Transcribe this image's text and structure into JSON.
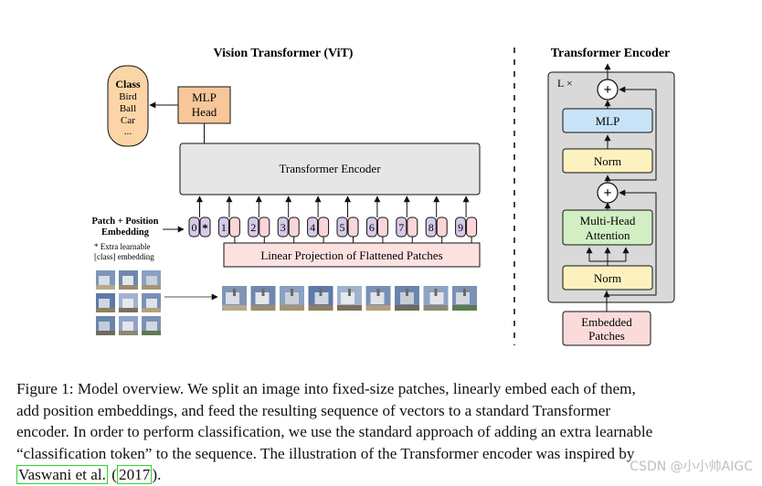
{
  "vit": {
    "title": "Vision Transformer (ViT)",
    "class_box": {
      "title": "Class",
      "items": [
        "Bird",
        "Ball",
        "Car",
        "..."
      ]
    },
    "mlp_head": [
      "MLP",
      "Head"
    ],
    "transformer_encoder": "Transformer Encoder",
    "patch_embedding_label": [
      "Patch + Position",
      "Embedding"
    ],
    "tokens": [
      "0",
      "1",
      "2",
      "3",
      "4",
      "5",
      "6",
      "7",
      "8",
      "9"
    ],
    "class_token_mark": "*",
    "extra_learnable_note": [
      "* Extra learnable",
      "[class] embedding"
    ],
    "linear_projection": "Linear Projection of Flattened Patches"
  },
  "encoder": {
    "title": "Transformer Encoder",
    "repeat_label": "L ×",
    "add_symbol": "+",
    "mlp": "MLP",
    "norm": "Norm",
    "attention": [
      "Multi-Head",
      "Attention"
    ],
    "embedded_patches": [
      "Embedded",
      "Patches"
    ]
  },
  "caption": {
    "lines": [
      "Figure 1: Model overview. We split an image into fixed-size patches, linearly embed each of them,",
      "add position embeddings, and feed the resulting sequence of vectors to a standard Transformer",
      "encoder. In order to perform classification, we use the standard approach of adding an extra learnable",
      "“classification token” to the sequence. The illustration of the Transformer encoder was inspired by"
    ],
    "citation_author": "Vaswani et al.",
    "citation_year": "2017",
    "citation_open": " (",
    "citation_close": ")."
  },
  "watermark": "CSDN @小小帅AIGC",
  "colors": {
    "mlp_head": "#f7c79a",
    "class_box": "#fbd5a6",
    "encoder_block": "#e6e6e6",
    "encoder_panel": "#d9d9d9",
    "token_purple": "#d7c9e8",
    "token_pink": "#f9d6d8",
    "linear_projection": "#fde1e1",
    "mlp_blue": "#c8e3f7",
    "norm_yellow": "#fdf1bf",
    "attention_green": "#d2efc4",
    "embedded_pink": "#fbdada",
    "citation_box": "#2fd32f"
  }
}
